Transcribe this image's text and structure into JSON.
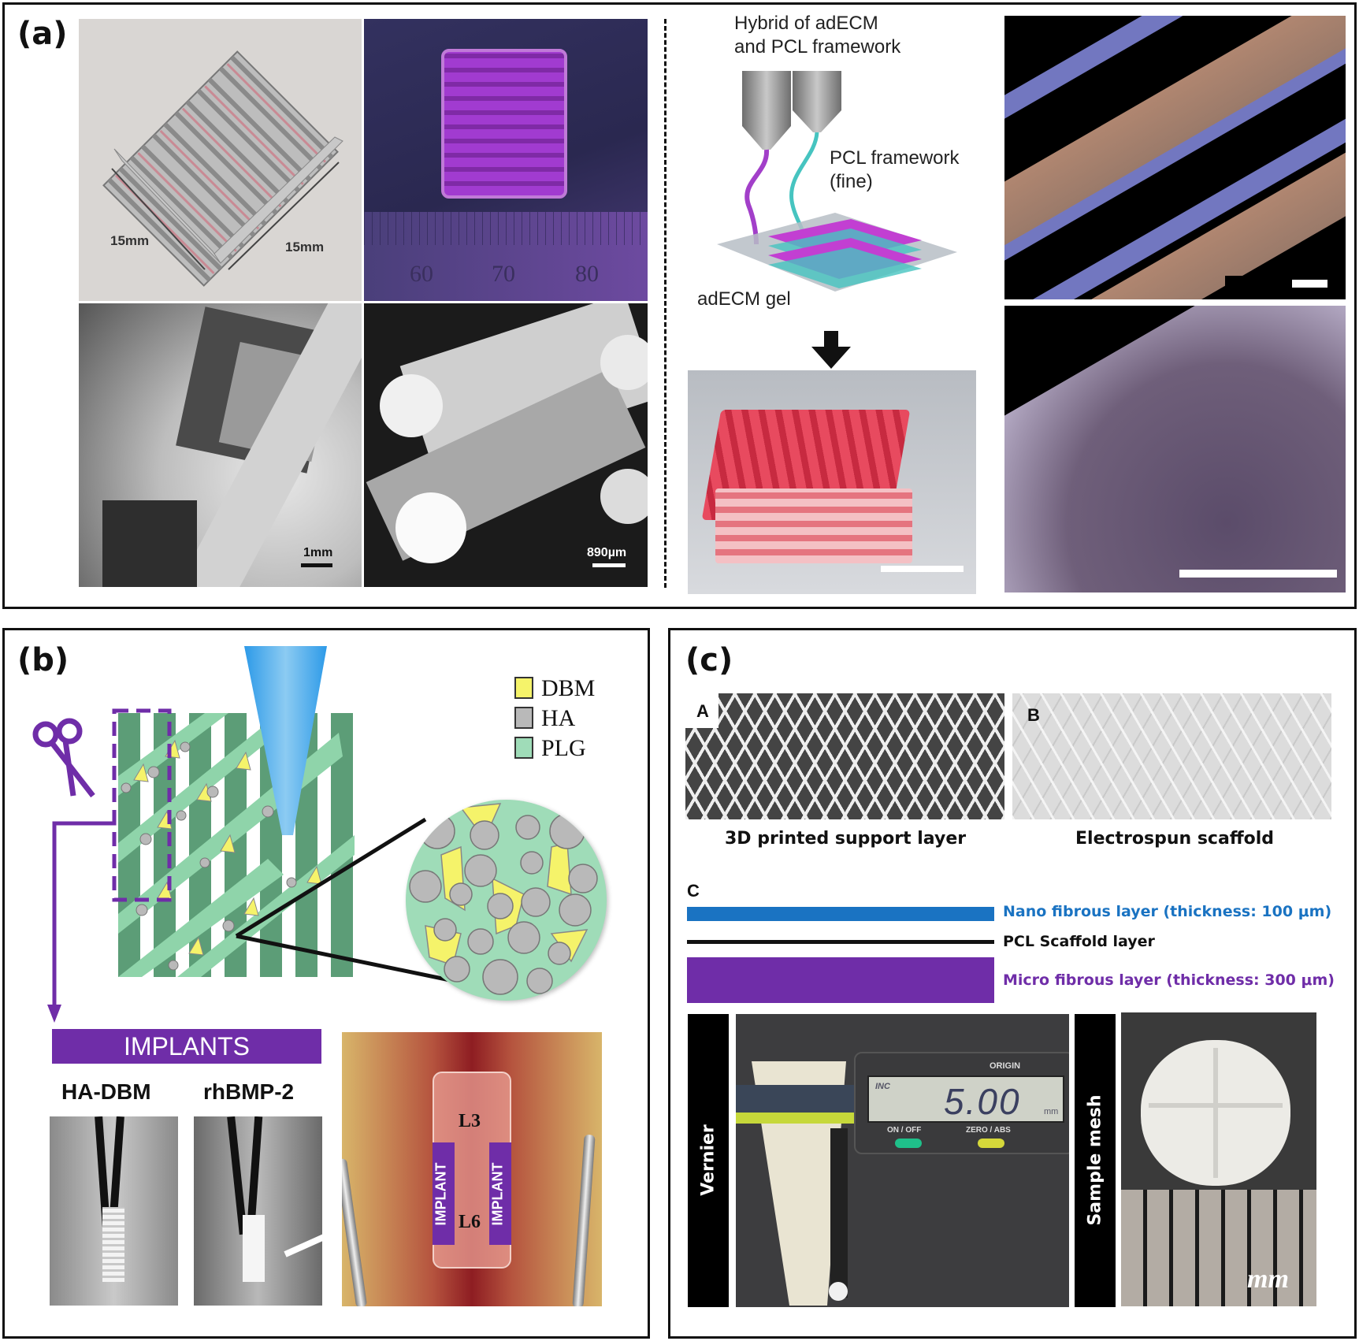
{
  "figure": {
    "panels": {
      "a": {
        "label": "(a)",
        "cad_model": {
          "dim_left": "15mm",
          "dim_right": "15mm"
        },
        "photo_printed": {
          "ruler_ticks": [
            "60",
            "70",
            "80"
          ]
        },
        "sem_left": {
          "scale": "1mm"
        },
        "sem_right": {
          "scale": "890µm"
        },
        "schematic": {
          "title_line1": "Hybrid of adECM",
          "title_line2": "and PCL framework",
          "nozzle_label_line1": "PCL framework",
          "nozzle_label_line2": "(fine)",
          "substrate_label": "adECM gel"
        }
      },
      "b": {
        "label": "(b)",
        "legend": [
          {
            "name": "DBM",
            "color": "#f5f36a"
          },
          {
            "name": "HA",
            "color": "#b9b9b9"
          },
          {
            "name": "PLG",
            "color": "#9fdcb8"
          }
        ],
        "implants_banner": "IMPLANTS",
        "sample_labels": [
          "HA-DBM",
          "rhBMP-2"
        ],
        "surgery_labels": {
          "top_vertebra": "L3",
          "bottom_vertebra": "L6",
          "implant_left": "IMPLANT",
          "implant_right": "IMPLANT"
        }
      },
      "c": {
        "label": "(c)",
        "sub_a": {
          "letter": "A",
          "caption": "3D printed support layer"
        },
        "sub_b": {
          "letter": "B",
          "caption": "Electrospun scaffold"
        },
        "sub_c": {
          "letter": "C",
          "layers": [
            {
              "name": "Nano fibrous layer (thickness: 100 μm)",
              "color": "#1a73c2"
            },
            {
              "name": "PCL Scaffold layer",
              "color": "#111111"
            },
            {
              "name": "Micro fibrous layer (thickness: 300 μm)",
              "color": "#6f2da8"
            }
          ]
        },
        "vernier": {
          "side_label": "Vernier",
          "display_value": "5.00",
          "display_unit": "mm",
          "display_mode": "INC",
          "label_origin": "ORIGIN",
          "button_left": "ON / OFF",
          "button_right": "ZERO / ABS"
        },
        "sample_mesh": {
          "side_label": "Sample mesh",
          "ruler_unit": "mm"
        }
      }
    }
  }
}
